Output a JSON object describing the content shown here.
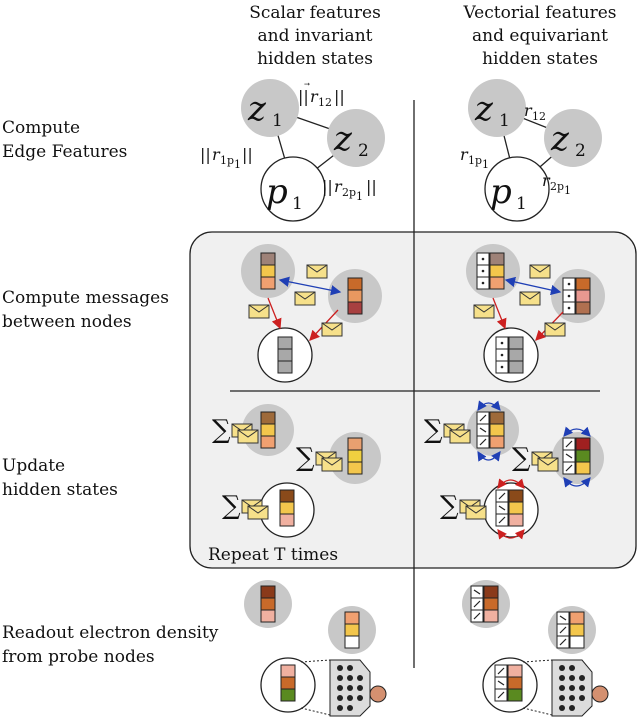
{
  "headers": {
    "scalar": "Scalar features\nand invariant\nhidden states",
    "vector": "Vectorial features\nand equivariant\nhidden states"
  },
  "row_labels": {
    "edge": "Compute\nEdge Features",
    "messages": "Compute messages\nbetween nodes",
    "update": "Update\nhidden states",
    "readout": "Readout electron density\nfrom probe nodes"
  },
  "repeat_label": "Repeat T times",
  "nodes": {
    "z": "z",
    "p": "p",
    "one": "1",
    "two": "2"
  },
  "edges": {
    "r": "r",
    "s12": "12",
    "s1p": "1p",
    "s2p": "2p",
    "p1": "1"
  },
  "sum_symbol": "∑",
  "colors": {
    "atom_fill": "#c8c8c8",
    "panel_fill": "#f0f0f0",
    "envelope": "#f6e08a",
    "blue_arrow": "#1f3fb5",
    "red_arrow": "#cc2020",
    "probe_ball": "#d49070"
  }
}
